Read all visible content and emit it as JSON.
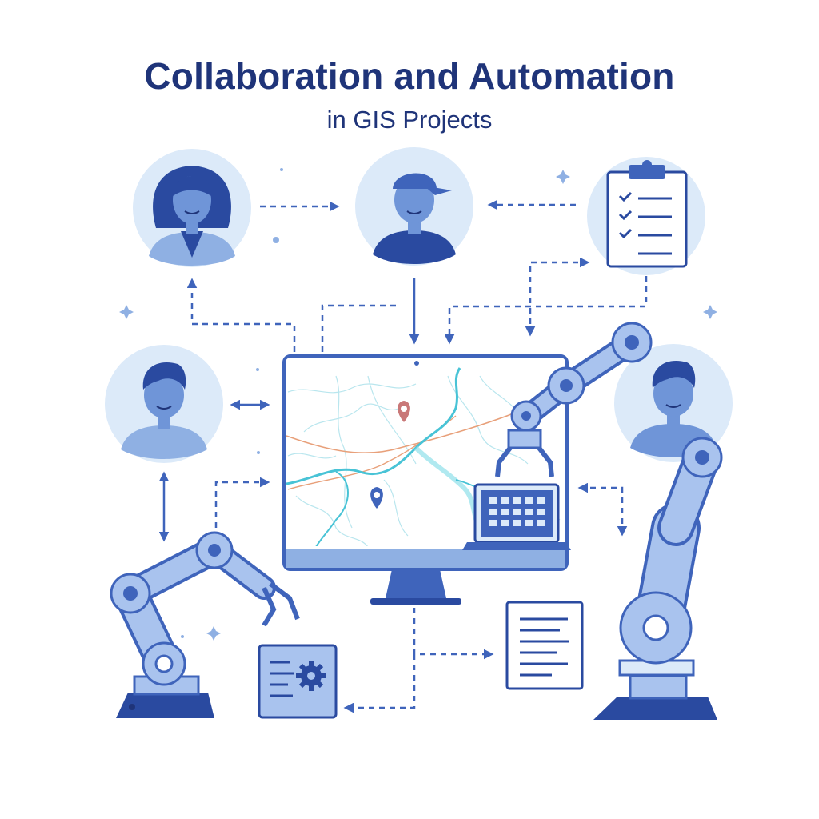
{
  "title": "Collaboration and Automation",
  "subtitle": "in GIS Projects",
  "colors": {
    "title": "#1f3479",
    "accent": "#3f64bb",
    "dark": "#2a4aa0",
    "light": "#dceaf9",
    "mid": "#8fb0e3",
    "river": "#48c3d6",
    "road": "#e8a07a"
  },
  "nodes": [
    {
      "id": "woman",
      "icon": "woman-avatar-icon"
    },
    {
      "id": "worker",
      "icon": "worker-cap-avatar-icon"
    },
    {
      "id": "clipboard",
      "icon": "clipboard-checklist-icon"
    },
    {
      "id": "man-left",
      "icon": "man-avatar-icon"
    },
    {
      "id": "man-right",
      "icon": "man-avatar-icon"
    },
    {
      "id": "monitor",
      "icon": "gis-map-monitor-icon"
    },
    {
      "id": "laptop",
      "icon": "laptop-keyboard-icon"
    },
    {
      "id": "robot-left",
      "icon": "robot-arm-icon"
    },
    {
      "id": "robot-top",
      "icon": "robot-arm-icon"
    },
    {
      "id": "robot-right",
      "icon": "robot-arm-icon"
    },
    {
      "id": "settings-panel",
      "icon": "settings-document-icon"
    },
    {
      "id": "report",
      "icon": "report-document-icon"
    }
  ]
}
